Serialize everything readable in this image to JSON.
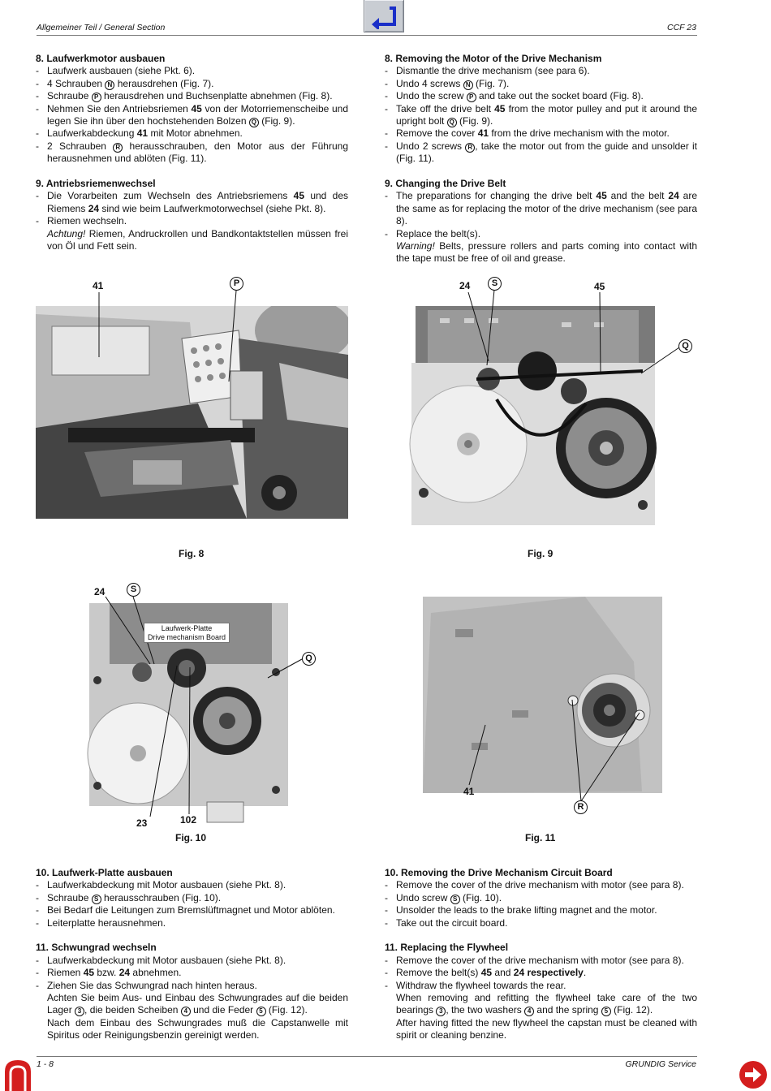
{
  "header": {
    "left": "Allgemeiner Teil / General Section",
    "right": "CCF 23"
  },
  "footer": {
    "left": "1 - 8",
    "right": "GRUNDIG Service"
  },
  "icons": {
    "back": "return-arrow-icon",
    "prev": "previous-page-icon",
    "next": "next-page-arrow-icon"
  },
  "colors": {
    "back_arrow": "#1a2fc8",
    "nav_red": "#d41e1e"
  },
  "de": {
    "s8": {
      "title": "8. Laufwerkmotor ausbauen",
      "i1": "Laufwerk ausbauen (siehe Pkt. 6).",
      "i2a": "4 Schrauben ",
      "i2m": "N",
      "i2b": " herausdrehen (Fig. 7).",
      "i3a": "Schraube ",
      "i3m": "P",
      "i3b": " herausdrehen und Buchsenplatte abnehmen (Fig. 8).",
      "i4a": "Nehmen Sie den Antriebsriemen ",
      "i4n": "45",
      "i4b": " von der Motorriemenscheibe und legen Sie ihn über den hochstehenden Bolzen ",
      "i4m": "Q",
      "i4c": " (Fig. 9).",
      "i5a": "Laufwerkabdeckung ",
      "i5n": "41",
      "i5b": " mit Motor abnehmen.",
      "i6a": "2 Schrauben ",
      "i6m": "R",
      "i6b": " herausschrauben, den Motor aus der Führung herausnehmen und ablöten (Fig. 11)."
    },
    "s9": {
      "title": "9. Antriebsriemenwechsel",
      "i1a": "Die Vorarbeiten zum Wechseln des Antriebsriemens ",
      "i1n": "45",
      "i1b": " und des Riemens ",
      "i1n2": "24",
      "i1c": " sind wie beim Laufwerkmotorwechsel (siehe Pkt. 8).",
      "i2": "Riemen wechseln.",
      "warn": "Achtung!",
      "note": " Riemen, Andruckrollen und Bandkontaktstellen müssen frei von Öl und Fett sein."
    },
    "s10": {
      "title": "10. Laufwerk-Platte ausbauen",
      "i1": "Laufwerkabdeckung mit Motor ausbauen (siehe Pkt. 8).",
      "i2a": "Schraube ",
      "i2m": "S",
      "i2b": " herausschrauben (Fig. 10).",
      "i3": "Bei Bedarf die Leitungen zum Bremslüftmagnet und Motor ablöten.",
      "i4": "Leiterplatte herausnehmen."
    },
    "s11": {
      "title": "11. Schwungrad wechseln",
      "i1": "Laufwerkabdeckung mit Motor ausbauen (siehe Pkt. 8).",
      "i2a": "Riemen ",
      "i2n": "45",
      "i2b": " bzw. ",
      "i2n2": "24",
      "i2c": " abnehmen.",
      "i3": "Ziehen Sie das Schwungrad nach hinten heraus.",
      "n1a": "Achten Sie beim Aus- und Einbau des Schwungrades auf die beiden Lager ",
      "n1m1": "3",
      "n1b": ", die beiden Scheiben ",
      "n1m2": "4",
      "n1c": " und die Feder ",
      "n1m3": "5",
      "n1d": " (Fig. 12).",
      "n2": "Nach dem Einbau des Schwungrades muß die Capstanwelle mit Spiritus oder Reinigungsbenzin gereinigt werden."
    }
  },
  "en": {
    "s8": {
      "title": "8. Removing the Motor of the Drive Mechanism",
      "i1": "Dismantle the drive mechanism (see para 6).",
      "i2a": "Undo 4 screws ",
      "i2m": "N",
      "i2b": " (Fig. 7).",
      "i3a": "Undo the screw ",
      "i3m": "P",
      "i3b": " and take out the socket board (Fig. 8).",
      "i4a": "Take off the drive belt ",
      "i4n": "45",
      "i4b": " from the motor pulley and put it around the upright bolt ",
      "i4m": "Q",
      "i4c": " (Fig. 9).",
      "i5a": "Remove the cover ",
      "i5n": "41",
      "i5b": " from the drive mechanism with the motor.",
      "i6a": "Undo 2 screws ",
      "i6m": "R",
      "i6b": ", take the motor out from the guide and unsolder it (Fig. 11)."
    },
    "s9": {
      "title": "9. Changing the Drive Belt",
      "i1a": "The preparations for changing the drive belt ",
      "i1n": "45",
      "i1b": " and the belt ",
      "i1n2": "24",
      "i1c": " are the same as for replacing the motor of the drive mechanism (see para 8).",
      "i2": "Replace the belt(s).",
      "warn": "Warning!",
      "note": " Belts, pressure rollers and parts coming into contact with the tape must be free of oil and grease."
    },
    "s10": {
      "title": "10. Removing the Drive Mechanism Circuit Board",
      "i1": "Remove the cover of the drive mechanism with motor (see para 8).",
      "i2a": "Undo screw ",
      "i2m": "S",
      "i2b": " (Fig. 10).",
      "i3": "Unsolder the leads to the brake lifting magnet and the motor.",
      "i4": "Take out the circuit board."
    },
    "s11": {
      "title": "11. Replacing the Flywheel",
      "i1": "Remove the cover of the drive mechanism with motor (see para 8).",
      "i2a": "Remove the belt(s) ",
      "i2n": "45",
      "i2b": " and ",
      "i2n2": "24 respectively",
      "i2c": ".",
      "i3": "Withdraw the flywheel towards the rear.",
      "n1a": "When removing and refitting the flywheel take care of the two bearings ",
      "n1m1": "3",
      "n1b": ", the two washers ",
      "n1m2": "4",
      "n1c": " and the spring ",
      "n1m3": "5",
      "n1d": " (Fig. 12).",
      "n2": "After having fitted the new flywheel the capstan must be cleaned with spirit or cleaning benzine."
    }
  },
  "figures": {
    "fig8": {
      "caption": "Fig. 8",
      "l41": "41",
      "lP": "P"
    },
    "fig9": {
      "caption": "Fig. 9",
      "l24": "24",
      "lS": "S",
      "l45": "45",
      "lQ": "Q"
    },
    "fig10": {
      "caption": "Fig. 10",
      "l24": "24",
      "lS": "S",
      "lQ": "Q",
      "l23": "23",
      "l102": "102",
      "board_de": "Laufwerk-Platte",
      "board_en": "Drive mechanism Board"
    },
    "fig11": {
      "caption": "Fig. 11",
      "l41": "41",
      "lR": "R"
    }
  }
}
